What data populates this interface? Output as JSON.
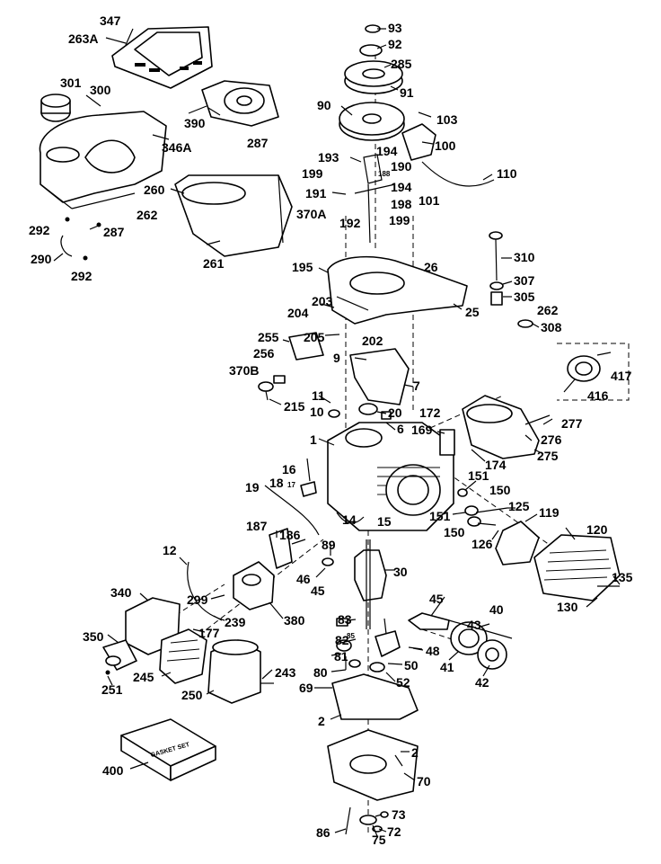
{
  "gasket_set_text": "GASKET SET",
  "labels": {
    "p347": "347",
    "p263A": "263A",
    "p301": "301",
    "p300": "300",
    "p390": "390",
    "p287a": "287",
    "p346A": "346A",
    "p260": "260",
    "p262a": "262",
    "p370A": "370A",
    "p292a": "292",
    "p287b": "287",
    "p290": "290",
    "p292b": "292",
    "p261": "261",
    "p93": "93",
    "p92": "92",
    "p285": "285",
    "p91": "91",
    "p90": "90",
    "p103": "103",
    "p100": "100",
    "p194a": "194",
    "p193": "193",
    "p190": "190",
    "p199a": "199",
    "p188": "188",
    "p110": "110",
    "p194b": "194",
    "p191": "191",
    "p198": "198",
    "p101": "101",
    "p192": "192",
    "p199b": "199",
    "p195": "195",
    "p26": "26",
    "p310": "310",
    "p307": "307",
    "p305": "305",
    "p262b": "262",
    "p308": "308",
    "p203": "203",
    "p204": "204",
    "p25": "25",
    "p205": "205",
    "p202": "202",
    "p255": "255",
    "p256": "256",
    "p9": "9",
    "p7": "7",
    "p370B": "370B",
    "p417": "417",
    "p416": "416",
    "p215": "215",
    "p11": "11",
    "p10": "10",
    "p20": "20",
    "p172": "172",
    "p6": "6",
    "p169": "169",
    "p277": "277",
    "p1": "1",
    "p276": "276",
    "p174": "174",
    "p275": "275",
    "p16": "16",
    "p151a": "151",
    "p18": "18",
    "p17": "17",
    "p150a": "150",
    "p19": "19",
    "p125": "125",
    "p14": "14",
    "p15": "15",
    "p151b": "151",
    "p119": "119",
    "p120": "120",
    "p150b": "150",
    "p126": "126",
    "p187": "187",
    "p186": "186",
    "p89": "89",
    "p12": "12",
    "p46": "46",
    "p30": "30",
    "p45a": "45",
    "p135": "135",
    "p340": "340",
    "p299": "299",
    "p380": "380",
    "p130": "130",
    "p45b": "45",
    "p239": "239",
    "p40": "40",
    "p83": "83",
    "p43": "43",
    "p177": "177",
    "p350": "350",
    "p82": "82",
    "p85": "85",
    "p48": "48",
    "p81": "81",
    "p41": "41",
    "p50": "50",
    "p243": "243",
    "p245": "245",
    "p80": "80",
    "p42": "42",
    "p52": "52",
    "p251": "251",
    "p250": "250",
    "p69": "69",
    "p2a": "2",
    "p2b": "2",
    "p400": "400",
    "p70": "70",
    "p73": "73",
    "p86": "86",
    "p72": "72",
    "p75": "75"
  }
}
